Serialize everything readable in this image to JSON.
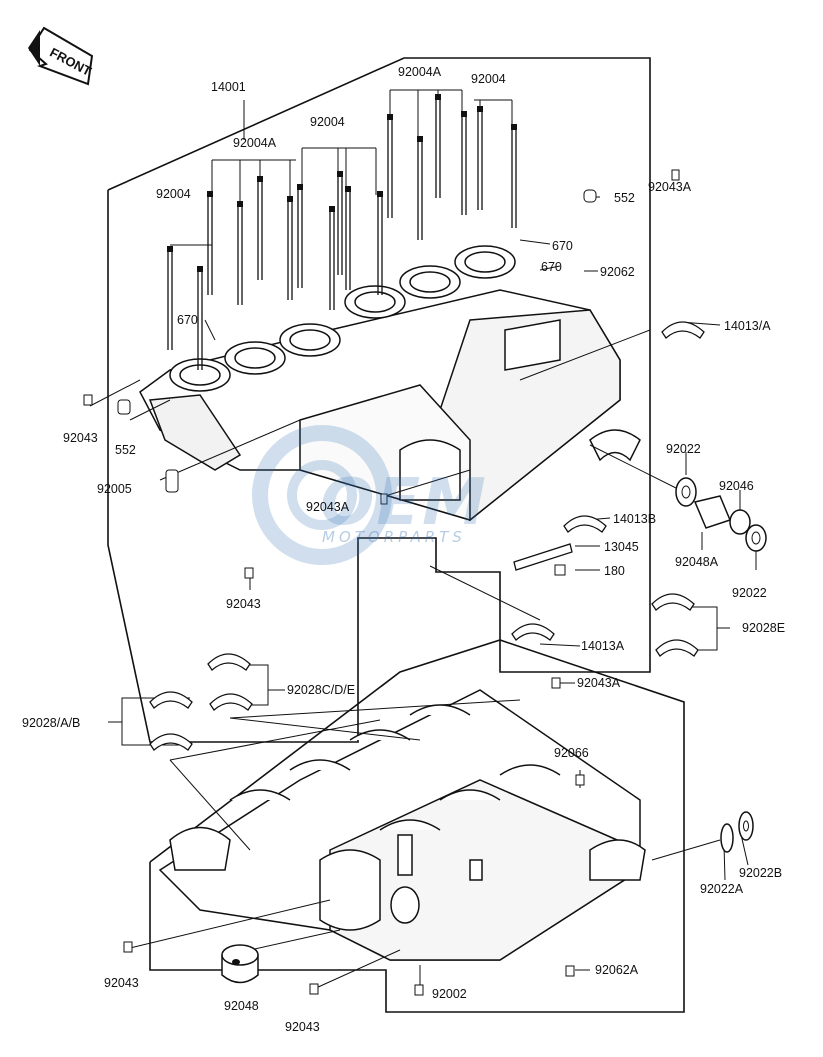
{
  "badge": {
    "front": "FRONT"
  },
  "watermark": {
    "word": "OEM",
    "sub": "MOTORPARTS"
  },
  "labels": {
    "p14001": "14001",
    "p92004A_top": "92004A",
    "p92004_top": "92004",
    "p92004_mid": "92004",
    "p92004A_left": "92004A",
    "p92004_left": "92004",
    "p552_top": "552",
    "p92043A_topright": "92043A",
    "p670_a": "670",
    "p670_b": "670",
    "p92062": "92062",
    "p670_left": "670",
    "p14013A_upper": "14013/A",
    "p92043_left": "92043",
    "p552_left": "552",
    "p92022_a": "92022",
    "p92046": "92046",
    "p92005": "92005",
    "p92043A_mid": "92043A",
    "p14013B": "14013B",
    "p92048A": "92048A",
    "p13045": "13045",
    "p92022_b": "92022",
    "p180": "180",
    "p92043_mid": "92043",
    "p14013A_lower": "14013A",
    "p92028E": "92028E",
    "p92028CDE": "92028C/D/E",
    "p92043A_lower": "92043A",
    "p92028AB": "92028/A/B",
    "p92066": "92066",
    "p92022B": "92022B",
    "p92022A": "92022A",
    "p92043_bl": "92043",
    "p92048": "92048",
    "p92002": "92002",
    "p92062A": "92062A",
    "p92043_bottom": "92043"
  }
}
